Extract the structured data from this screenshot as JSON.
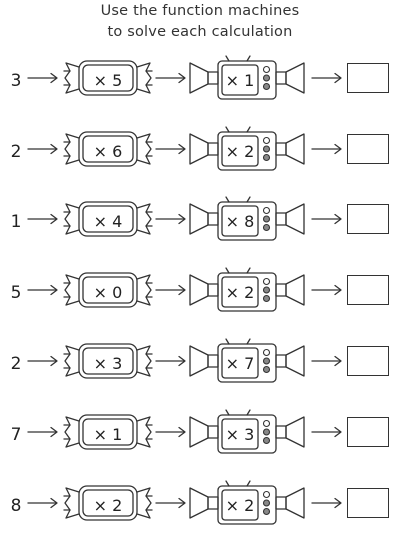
{
  "instructions": {
    "line1": "Use the function machines",
    "line2": "to solve each calculation"
  },
  "rows": [
    {
      "input": "3",
      "op1": "× 5",
      "op2": "× 1",
      "answer": ""
    },
    {
      "input": "2",
      "op1": "× 6",
      "op2": "× 2",
      "answer": ""
    },
    {
      "input": "1",
      "op1": "× 4",
      "op2": "× 8",
      "answer": ""
    },
    {
      "input": "5",
      "op1": "× 0",
      "op2": "× 2",
      "answer": ""
    },
    {
      "input": "2",
      "op1": "× 3",
      "op2": "× 7",
      "answer": ""
    },
    {
      "input": "7",
      "op1": "× 1",
      "op2": "× 3",
      "answer": ""
    },
    {
      "input": "8",
      "op1": "× 2",
      "op2": "× 2",
      "answer": ""
    }
  ]
}
